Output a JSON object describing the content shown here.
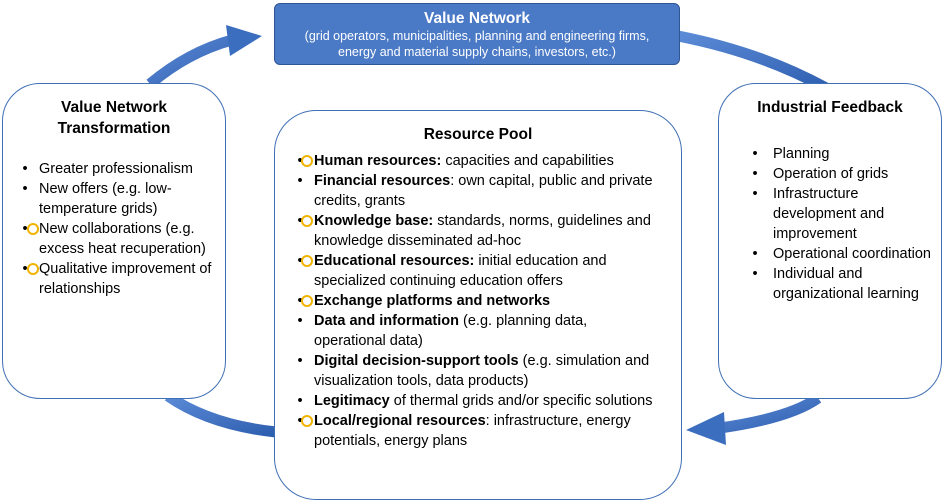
{
  "top": {
    "title": "Value Network",
    "subtitle_line1": "(grid operators, municipalities, planning and engineering firms,",
    "subtitle_line2": "energy and material supply chains, investors, etc.)"
  },
  "left": {
    "title_line1": "Value Network",
    "title_line2": "Transformation",
    "items": [
      {
        "text": "Greater professionalism",
        "marker": "bullet-dot"
      },
      {
        "text": "New offers (e.g. low-temperature grids)",
        "marker": "bullet-dot"
      },
      {
        "text": "New collaborations (e.g. excess heat recuperation)",
        "marker": "ring-icon"
      },
      {
        "text": "Qualitative improvement of relationships",
        "marker": "ring-icon"
      }
    ]
  },
  "center": {
    "title": "Resource Pool",
    "items": [
      {
        "bold": "Human resources:",
        "rest": " capacities and capabilities",
        "marker": "ring-icon"
      },
      {
        "bold": "Financial resources",
        "rest": ": own capital, public and private credits, grants",
        "marker": "bullet-dot"
      },
      {
        "bold": "Knowledge base:",
        "rest": " standards, norms, guidelines and knowledge disseminated ad-hoc",
        "marker": "ring-icon"
      },
      {
        "bold": "Educational resources:",
        "rest": " initial education and specialized continuing education offers",
        "marker": "ring-icon"
      },
      {
        "bold": "Exchange platforms and networks",
        "rest": "",
        "marker": "ring-icon"
      },
      {
        "bold": "Data and information",
        "rest": " (e.g. planning data, operational data)",
        "marker": "bullet-dot"
      },
      {
        "bold": "Digital decision-support tools",
        "rest": " (e.g. simulation and visualization tools, data products)",
        "marker": "bullet-dot"
      },
      {
        "bold": "Legitimacy",
        "rest": " of thermal grids and/or specific solutions",
        "marker": "bullet-dot"
      },
      {
        "bold": "Local/regional resources",
        "rest": ": infrastructure, energy potentials, energy plans",
        "marker": "ring-icon"
      }
    ]
  },
  "right": {
    "title": "Industrial Feedback",
    "items": [
      {
        "text": "Planning",
        "marker": "bullet-dot"
      },
      {
        "text": "Operation of grids",
        "marker": "bullet-dot"
      },
      {
        "text": "Infrastructure development and improvement",
        "marker": "bullet-dot"
      },
      {
        "text": "Operational coordination",
        "marker": "bullet-dot"
      },
      {
        "text": "Individual and organizational learning",
        "marker": "bullet-dot"
      }
    ]
  },
  "colors": {
    "arrow": "#4472c4",
    "top_box_fill": "#4a79c6",
    "box_border": "#3f6fb5",
    "ring_marker": "#f0b400"
  }
}
